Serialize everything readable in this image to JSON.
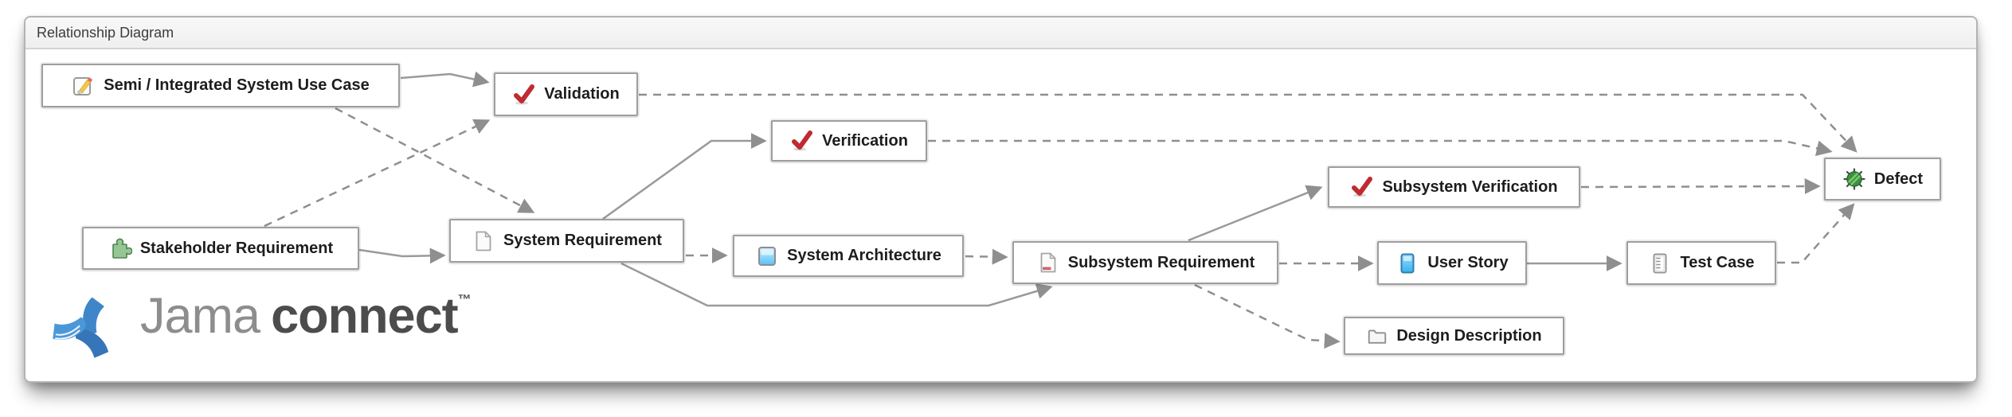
{
  "header": {
    "title": "Relationship Diagram"
  },
  "diagram": {
    "nodes": [
      {
        "id": "semi-integrated-system-use-case",
        "label": "Semi / Integrated System Use Case",
        "icon": "use-case-icon"
      },
      {
        "id": "validation",
        "label": "Validation",
        "icon": "red-check-icon"
      },
      {
        "id": "verification",
        "label": "Verification",
        "icon": "red-check-icon"
      },
      {
        "id": "stakeholder-requirement",
        "label": "Stakeholder Requirement",
        "icon": "green-puzzle-icon"
      },
      {
        "id": "system-requirement",
        "label": "System Requirement",
        "icon": "document-icon"
      },
      {
        "id": "system-architecture",
        "label": "System Architecture",
        "icon": "blue-square-icon"
      },
      {
        "id": "subsystem-requirement",
        "label": "Subsystem Requirement",
        "icon": "document-red-bar-icon"
      },
      {
        "id": "subsystem-verification",
        "label": "Subsystem Verification",
        "icon": "red-check-icon"
      },
      {
        "id": "user-story",
        "label": "User Story",
        "icon": "blue-card-icon"
      },
      {
        "id": "test-case",
        "label": "Test Case",
        "icon": "checklist-icon"
      },
      {
        "id": "design-description",
        "label": "Design Description",
        "icon": "folder-icon"
      },
      {
        "id": "defect",
        "label": "Defect",
        "icon": "green-bug-icon"
      }
    ],
    "edges": [
      {
        "from": "semi-integrated-system-use-case",
        "to": "validation",
        "style": "solid"
      },
      {
        "from": "stakeholder-requirement",
        "to": "system-requirement",
        "style": "solid"
      },
      {
        "from": "system-requirement",
        "to": "verification",
        "style": "solid"
      },
      {
        "from": "system-requirement",
        "to": "subsystem-requirement",
        "style": "solid"
      },
      {
        "from": "subsystem-requirement",
        "to": "subsystem-verification",
        "style": "solid"
      },
      {
        "from": "user-story",
        "to": "test-case",
        "style": "solid"
      },
      {
        "from": "semi-integrated-system-use-case",
        "to": "system-requirement",
        "style": "dashed"
      },
      {
        "from": "stakeholder-requirement",
        "to": "validation",
        "style": "dashed"
      },
      {
        "from": "validation",
        "to": "defect",
        "style": "dashed"
      },
      {
        "from": "verification",
        "to": "defect",
        "style": "dashed"
      },
      {
        "from": "system-requirement",
        "to": "system-architecture",
        "style": "dashed"
      },
      {
        "from": "system-architecture",
        "to": "subsystem-requirement",
        "style": "dashed"
      },
      {
        "from": "subsystem-requirement",
        "to": "user-story",
        "style": "dashed"
      },
      {
        "from": "subsystem-requirement",
        "to": "design-description",
        "style": "dashed"
      },
      {
        "from": "subsystem-verification",
        "to": "defect",
        "style": "dashed"
      },
      {
        "from": "test-case",
        "to": "defect",
        "style": "dashed"
      }
    ]
  },
  "logo": {
    "brand": "Jama",
    "product": "connect",
    "trademark": "™"
  },
  "colors": {
    "line": "#8f8f8f",
    "node_border": "#9e9e9e",
    "check_red": "#bf2b30",
    "puzzle_green": "#94c794",
    "bug_green": "#3c9140",
    "architecture_blue": "#59c2f7",
    "story_blue": "#38b1f0",
    "requirement_red_bar": "#d2666b",
    "logo_blue": "#3b7fc4"
  }
}
